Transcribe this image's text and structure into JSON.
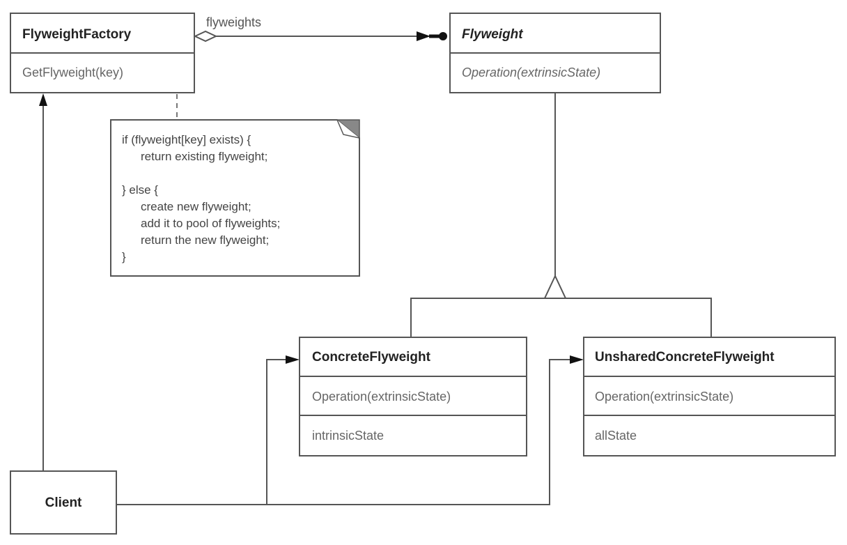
{
  "diagram": {
    "title": "Flyweight pattern class diagram",
    "classes": {
      "flyweight_factory": {
        "name": "FlyweightFactory",
        "operations": [
          "GetFlyweight(key)"
        ]
      },
      "flyweight": {
        "name": "Flyweight",
        "abstract": true,
        "operations": [
          "Operation(extrinsicState)"
        ]
      },
      "concrete_flyweight": {
        "name": "ConcreteFlyweight",
        "operations": [
          "Operation(extrinsicState)"
        ],
        "attributes": [
          "intrinsicState"
        ]
      },
      "unshared_concrete_flyweight": {
        "name": "UnsharedConcreteFlyweight",
        "operations": [
          "Operation(extrinsicState)"
        ],
        "attributes": [
          "allState"
        ]
      },
      "client": {
        "name": "Client"
      }
    },
    "note": {
      "attached_to": "GetFlyweight(key)",
      "lines": [
        "if (flyweight[key] exists) {",
        "    return existing flyweight;",
        "",
        "} else {",
        "    create new flyweight;",
        "    add it to pool of flyweights;",
        "    return the new flyweight;",
        "}"
      ]
    },
    "relationships": [
      {
        "type": "aggregation",
        "from": "FlyweightFactory",
        "to": "Flyweight",
        "label": "flyweights",
        "multiplicity": "many"
      },
      {
        "type": "generalization",
        "from": "ConcreteFlyweight",
        "to": "Flyweight"
      },
      {
        "type": "generalization",
        "from": "UnsharedConcreteFlyweight",
        "to": "Flyweight"
      },
      {
        "type": "association",
        "from": "Client",
        "to": "FlyweightFactory"
      },
      {
        "type": "association",
        "from": "Client",
        "to": "ConcreteFlyweight"
      },
      {
        "type": "association",
        "from": "Client",
        "to": "UnsharedConcreteFlyweight"
      }
    ]
  }
}
